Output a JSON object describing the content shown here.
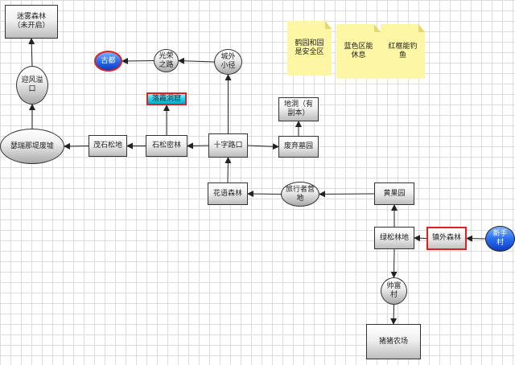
{
  "diagram": {
    "nodes": {
      "mist_forest": "迷雾森林\n（未开启）",
      "welcome_wind": "迎风溢\n口",
      "cuirui_ruins": "瑟瑞那堤废墟",
      "maoshi_pine": "茂石松地",
      "gudu": "古都",
      "glory_road": "光荣\n之路",
      "outskirts_path": "城外\n小径",
      "luoxia_cave": "落霞洞窟",
      "shisong_forest": "石松密林",
      "crossroads": "十字路口",
      "cave_dungeon": "地洞（有\n副本）",
      "abandoned_cemetery": "废弃墓园",
      "flower_forest": "花语森林",
      "traveler_camp": "旅行者营\n地",
      "orchard": "黄果园",
      "green_pine": "绿松林地",
      "outer_forest": "镇外森林",
      "newbie_village": "新手\n村",
      "shuaifu_village": "帅富\n村",
      "pig_farm": "猪猪农场"
    },
    "notes": {
      "safe_zone": "鹤园和园\n是安全区",
      "blue_rest": "蓝色区能\n休息",
      "red_fish": "红框能钓\n鱼"
    },
    "edges": [
      [
        "welcome_wind",
        "mist_forest"
      ],
      [
        "cuirui_ruins",
        "welcome_wind"
      ],
      [
        "maoshi_pine",
        "cuirui_ruins"
      ],
      [
        "shisong_forest",
        "maoshi_pine"
      ],
      [
        "shisong_forest",
        "luoxia_cave"
      ],
      [
        "crossroads",
        "shisong_forest"
      ],
      [
        "crossroads",
        "abandoned_cemetery"
      ],
      [
        "crossroads",
        "outskirts_path"
      ],
      [
        "outskirts_path",
        "glory_road"
      ],
      [
        "glory_road",
        "gudu"
      ],
      [
        "abandoned_cemetery",
        "cave_dungeon"
      ],
      [
        "flower_forest",
        "crossroads"
      ],
      [
        "traveler_camp",
        "flower_forest"
      ],
      [
        "orchard",
        "traveler_camp"
      ],
      [
        "green_pine",
        "orchard"
      ],
      [
        "outer_forest",
        "green_pine"
      ],
      [
        "newbie_village",
        "outer_forest"
      ],
      [
        "green_pine",
        "shuaifu_village"
      ],
      [
        "shuaifu_village",
        "pig_farm"
      ]
    ]
  }
}
